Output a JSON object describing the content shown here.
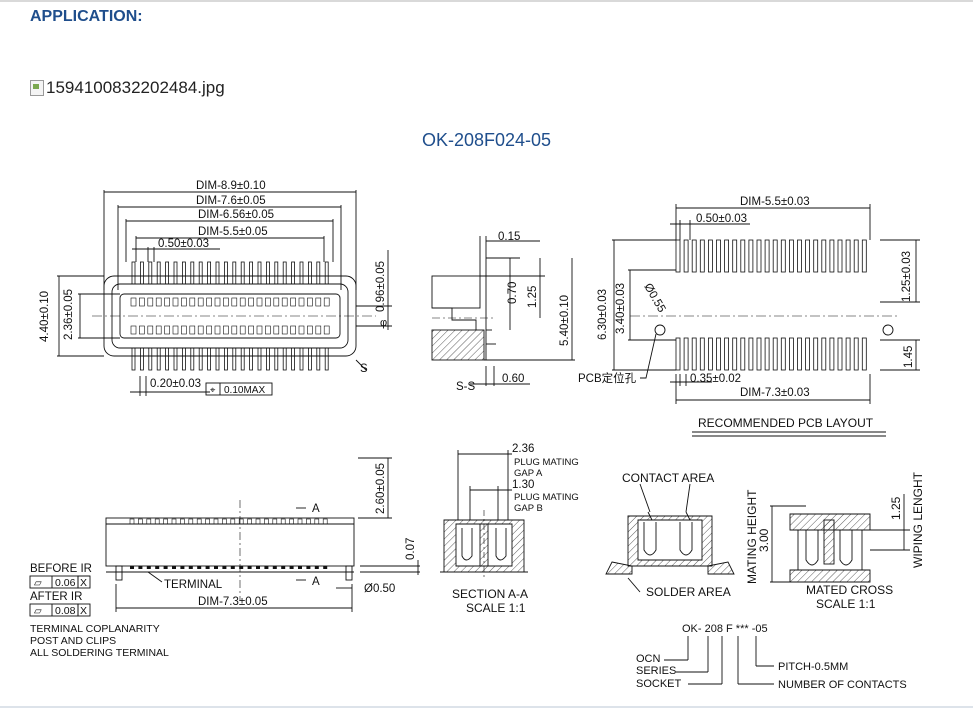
{
  "page": {
    "section_title": "APPLICATION:",
    "image_alt": "1594100832202484.jpg",
    "model": "OK-208F024-05"
  },
  "drawing": {
    "top_view": {
      "dim_89": "DIM-8.9±0.10",
      "dim_76": "DIM-7.6±0.05",
      "dim_656": "DIM-6.56±0.05",
      "dim_55": "DIM-5.5±0.05",
      "pitch": "0.50±0.03",
      "height_440": "4.40±0.10",
      "height_236": "2.36±0.05",
      "height_096": "0.96±0.05",
      "phi": "φ",
      "lead_width": "0.20±0.03",
      "position_tol": "0.10MAX",
      "pos_symbol": "⌖",
      "s_mark": "S"
    },
    "side_view": {
      "d015": "0.15",
      "d070": "0.70",
      "d125": "1.25",
      "d540": "5.40±0.10",
      "d060": "0.60",
      "label": "S-S"
    },
    "pcb_layout": {
      "dim_55": "DIM-5.5±0.03",
      "pitch": "0.50±0.03",
      "d630": "6.30±0.03",
      "d340": "3.40±0.03",
      "hole": "Ø0.55",
      "d125": "1.25±0.03",
      "d145": "1.45",
      "pcb_hole_label": "PCB定位孔",
      "pad_width": "0.35±0.02",
      "dim_73": "DIM-7.3±0.03",
      "caption": "RECOMMENDED PCB LAYOUT"
    },
    "front_view": {
      "d260": "2.60±0.05",
      "a_top": "A",
      "a_bottom": "A",
      "d007": "0.07",
      "before_ir": "BEFORE IR",
      "after_ir": "AFTER IR",
      "tol_006": "0.06",
      "tol_008": "0.08",
      "tol_x": "X",
      "flat_symbol": "▱",
      "terminal": "TERMINAL",
      "peg": "Ø0.50",
      "dim_73": "DIM-7.3±0.05",
      "note_1": "TERMINAL COPLANARITY",
      "note_2": "POST AND CLIPS",
      "note_3": "ALL SOLDERING TERMINAL"
    },
    "section_view": {
      "d236": "2.36",
      "gap_a_1": "PLUG  MATING",
      "gap_a_2": "GAP A",
      "d130": "1.30",
      "gap_b_1": "PLUG  MATING",
      "gap_b_2": "GAP B",
      "caption_1": "SECTION A-A",
      "caption_2": "SCALE 1:1"
    },
    "contact_view": {
      "contact_area": "CONTACT AREA",
      "solder_area": "SOLDER AREA"
    },
    "mated_view": {
      "mating_height": "MATING HEIGHT",
      "d300": "3.00",
      "d125": "1.25",
      "wiping_length": "WIPING LENGHT",
      "caption_1": "MATED CROSS",
      "caption_2": "SCALE 1:1"
    },
    "part_number": {
      "code": "OK- 208 F *** -05",
      "ocn": "OCN",
      "series": "SERIES",
      "socket": "SOCKET",
      "pitch": "PITCH-0.5MM",
      "contacts": "NUMBER OF CONTACTS"
    }
  },
  "colors": {
    "heading": "#1f4e8c",
    "line": "#111111"
  }
}
